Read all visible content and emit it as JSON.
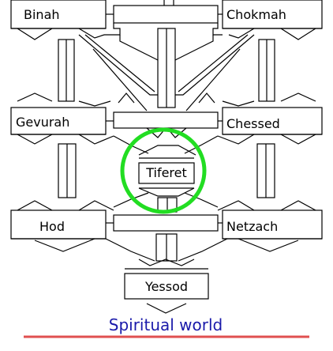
{
  "nodes": {
    "binah": "Binah",
    "chokmah": "Chokmah",
    "gevurah": "Gevurah",
    "chessed": "Chessed",
    "tiferet": "Tiferet",
    "hod": "Hod",
    "netzach": "Netzach",
    "yessod": "Yessod"
  },
  "caption": "Spiritual world",
  "colors": {
    "line": "#000000",
    "highlight": "#22dd22",
    "caption": "#1a1aaa",
    "underline": "#e05050"
  }
}
